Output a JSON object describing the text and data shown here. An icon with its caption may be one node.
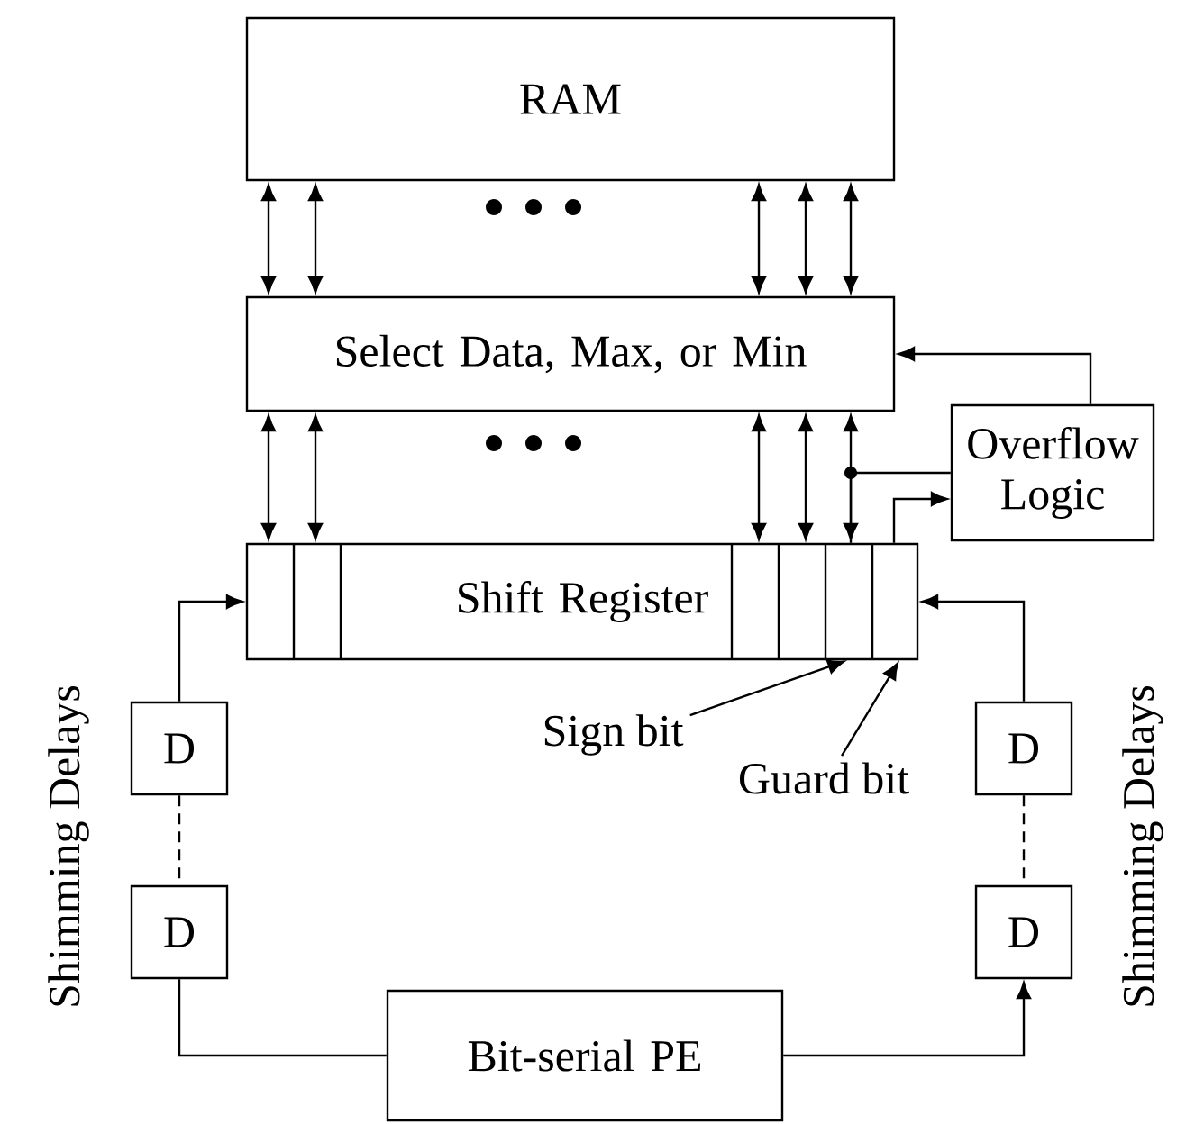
{
  "diagram": {
    "nodes": [
      {
        "text": [
          "RAM"
        ]
      },
      {
        "text": [
          "Select Data, Max, or Min"
        ]
      },
      {
        "text": [
          "Overflow Logic"
        ]
      },
      {
        "text": [
          "Shift Register"
        ]
      },
      {
        "text": [
          "Sign bit"
        ]
      },
      {
        "text": [
          "Guard bit"
        ]
      },
      {
        "text": [
          "D"
        ]
      },
      {
        "text": [
          "D"
        ]
      },
      {
        "text": [
          "D"
        ]
      },
      {
        "text": [
          "D"
        ]
      },
      {
        "text": [
          "Bit-serial PE"
        ]
      }
    ],
    "edges": [
      {
        "from": 0,
        "to": 1,
        "arrow": "both"
      },
      {
        "from": 0,
        "to": 1,
        "arrow": "both"
      },
      {
        "from": 0,
        "to": 1,
        "arrow": "both"
      },
      {
        "from": 0,
        "to": 1,
        "arrow": "both"
      },
      {
        "from": 0,
        "to": 1,
        "arrow": "both"
      },
      {
        "from": 1,
        "to": 3,
        "arrow": "both"
      },
      {
        "from": 1,
        "to": 3,
        "arrow": "both"
      },
      {
        "from": 1,
        "to": 3,
        "arrow": "both"
      },
      {
        "from": 1,
        "to": 3,
        "arrow": "both"
      },
      {
        "from": 1,
        "to": 3,
        "arrow": "both"
      },
      {
        "from": 3,
        "to": 2,
        "arrow": "none"
      },
      {
        "from": 3,
        "to": 2,
        "arrow": "to"
      },
      {
        "from": 2,
        "to": 1,
        "arrow": "to"
      },
      {
        "from": 6,
        "to": 3,
        "arrow": "to"
      },
      {
        "from": 6,
        "to": 7,
        "arrow": "none",
        "style": "dashed"
      },
      {
        "from": 10,
        "to": 7,
        "arrow": "none"
      },
      {
        "from": 10,
        "to": 9,
        "arrow": "to"
      },
      {
        "from": 8,
        "to": 9,
        "arrow": "none",
        "style": "dashed"
      },
      {
        "from": 8,
        "to": 3,
        "arrow": "to"
      },
      {
        "from": 4,
        "to": 3,
        "arrow": "to"
      },
      {
        "from": 5,
        "to": 3,
        "arrow": "to"
      }
    ],
    "labels": [
      "Shimming Delays",
      "Shimming Delays"
    ]
  }
}
